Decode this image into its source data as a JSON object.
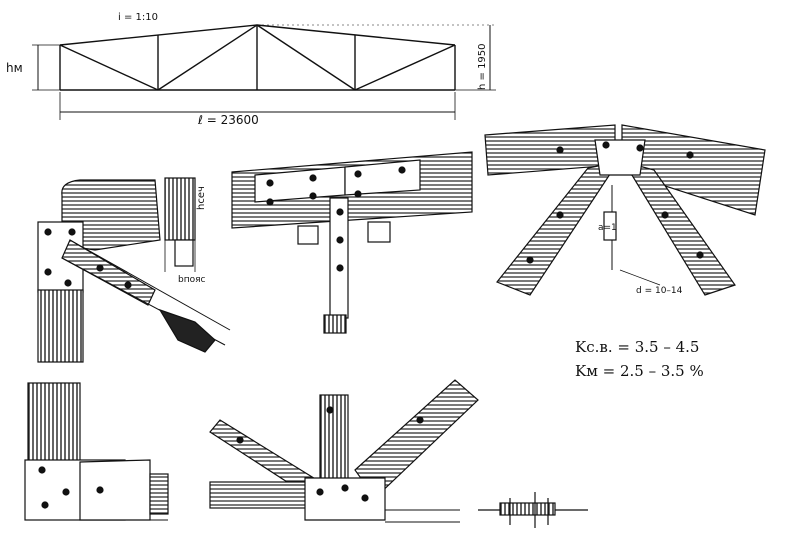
{
  "labels": {
    "slope": "i = 1:10",
    "h_left": "hм",
    "h_right": "h = 1950",
    "span": "ℓ = 23600",
    "hsechenie": "hсеч",
    "b_width": "bпояс",
    "a_label": "а=1",
    "bolt_label": "d = 10–14",
    "k1": "Kс.в. = 3.5 – 4.5",
    "k2": "Kм  = 2.5 – 3.5 %"
  },
  "colors": {
    "ink": "#111111",
    "paper": "#ffffff"
  }
}
